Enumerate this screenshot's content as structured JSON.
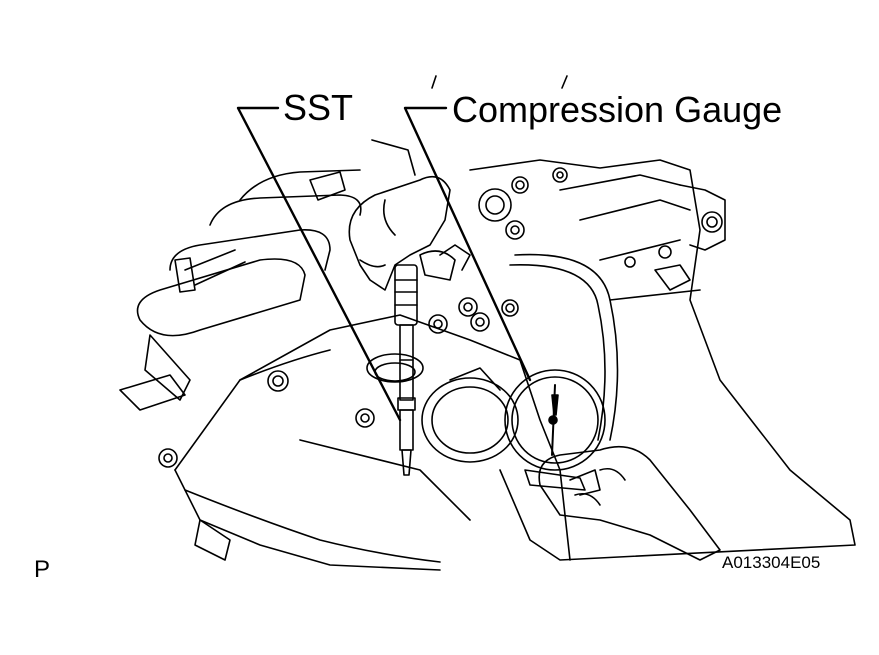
{
  "callouts": {
    "sst": "SST",
    "compression_gauge": "Compression Gauge"
  },
  "corner_mark": "P",
  "figure_code": "A013304E05",
  "colors": {
    "ink": "#000000",
    "paper": "#ffffff"
  }
}
